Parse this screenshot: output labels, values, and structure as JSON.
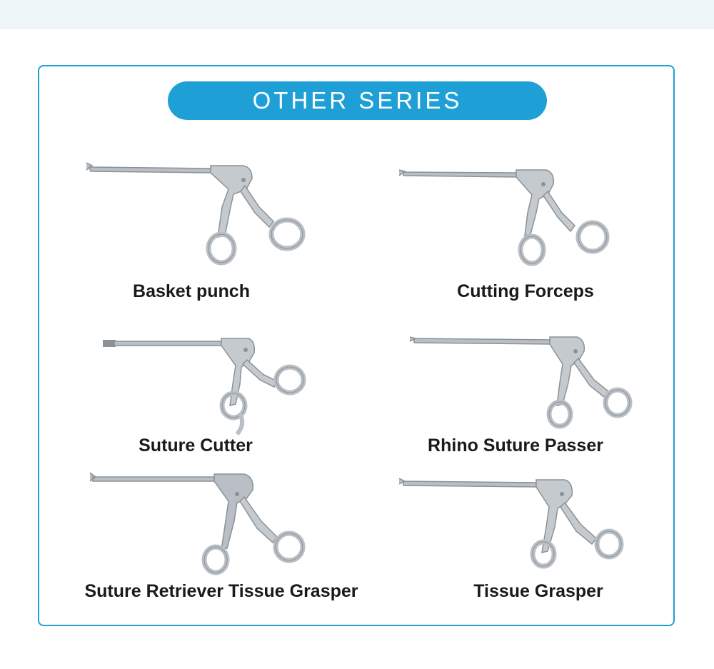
{
  "header": {
    "title": "OTHER SERIES"
  },
  "colors": {
    "accent": "#1ea0d7",
    "steel": "#b9bfc4",
    "steel_dark": "#8a9298",
    "top_band": "#eef5f9"
  },
  "products": [
    {
      "name": "Basket punch",
      "icon": "rongeur-forceps-icon"
    },
    {
      "name": "Cutting Forceps",
      "icon": "rongeur-forceps-icon"
    },
    {
      "name": "Suture Cutter",
      "icon": "rongeur-forceps-icon"
    },
    {
      "name": "Rhino Suture Passer",
      "icon": "rongeur-forceps-icon"
    },
    {
      "name": "Suture Retriever Tissue Grasper",
      "icon": "rongeur-forceps-icon"
    },
    {
      "name": "Tissue Grasper",
      "icon": "rongeur-forceps-icon"
    }
  ]
}
